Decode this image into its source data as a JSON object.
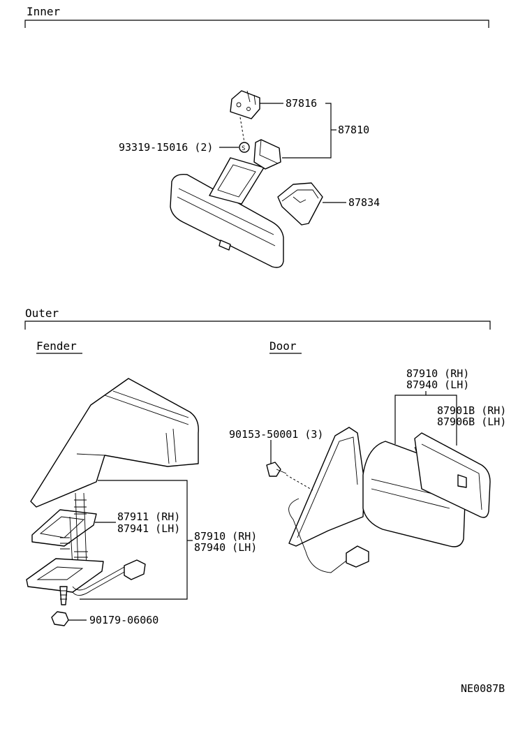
{
  "sections": {
    "inner": {
      "title": "Inner"
    },
    "outer": {
      "title": "Outer",
      "fender": "Fender",
      "door": "Door"
    }
  },
  "inner_parts": {
    "p87816": "87816",
    "p87810": "87810",
    "p93319": "93319-15016 (2)",
    "p87834": "87834"
  },
  "fender_parts": {
    "p87911": "87911 (RH)",
    "p87941": "87941 (LH)",
    "p87910": "87910 (RH)",
    "p87940": "87940 (LH)",
    "p90179": "90179-06060"
  },
  "door_parts": {
    "p87910": "87910 (RH)",
    "p87940": "87940 (LH)",
    "p87901": "87901B (RH)",
    "p87906": "87906B (LH)",
    "p90153": "90153-50001 (3)"
  },
  "footer": {
    "code": "NE0087B"
  }
}
